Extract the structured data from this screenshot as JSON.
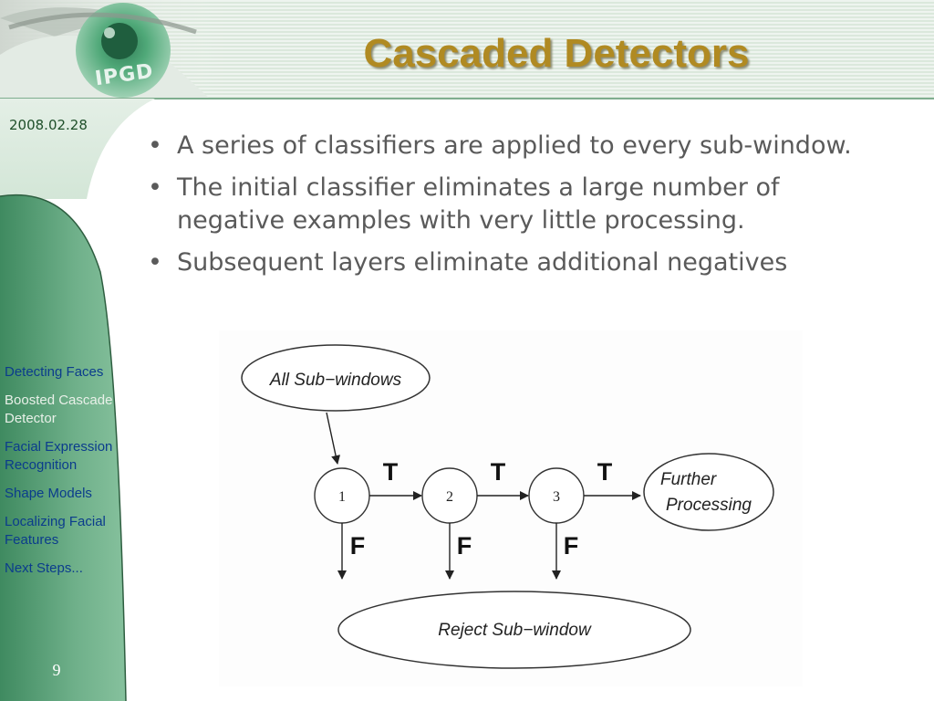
{
  "title": "Cascaded Detectors",
  "logo_text": "IPGD",
  "date": "2008.02.28",
  "page_number": "9",
  "bullets": [
    "A series of classifiers are applied to every sub-window.",
    "The initial classifier eliminates a large number of negative examples with very little processing.",
    "Subsequent layers eliminate additional negatives"
  ],
  "bullet_symbol": "•",
  "nav": [
    {
      "label": "Detecting Faces",
      "active": true
    },
    {
      "label": "Boosted Cascade Detector",
      "active": false
    },
    {
      "label": "Facial Expression Recognition",
      "active": true
    },
    {
      "label": "Shape Models",
      "active": true
    },
    {
      "label": "Localizing Facial Features",
      "active": true
    },
    {
      "label": "Next Steps...",
      "active": true
    }
  ],
  "diagram": {
    "input_label": "All Sub−windows",
    "nodes": [
      "1",
      "2",
      "3"
    ],
    "true_label": "T",
    "false_label": "F",
    "output_line1": "Further",
    "output_line2": "Processing",
    "reject_label": "Reject Sub−window"
  },
  "colors": {
    "title": "#b08a22",
    "sidebar_green": "#5e9e78",
    "nav_link": "#0b3c8c",
    "bullet_text": "#5a5a5a"
  }
}
